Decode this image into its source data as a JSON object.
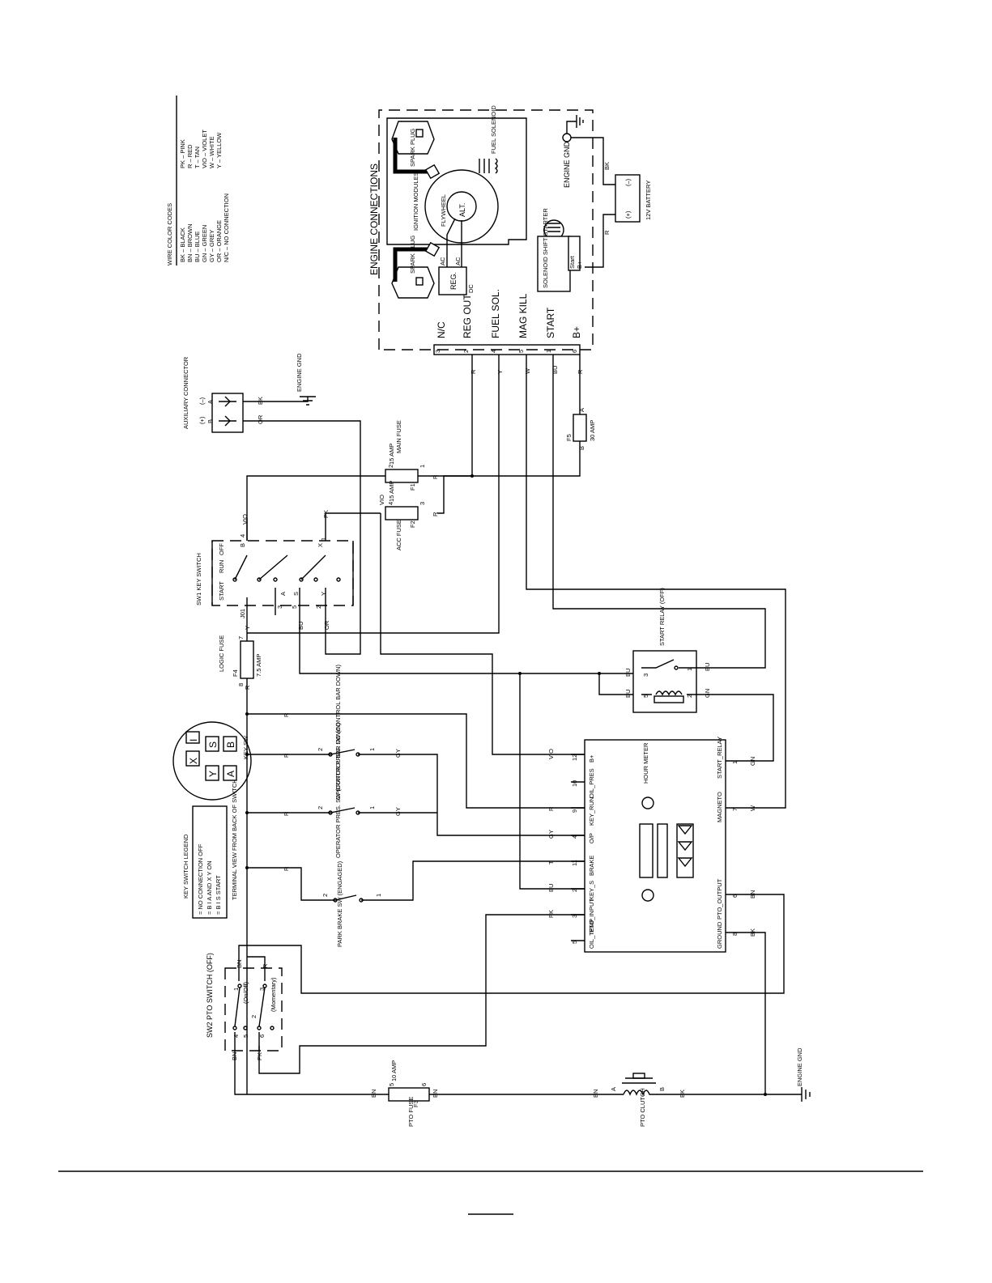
{
  "wire_color_codes": {
    "title": "WIRE COLOR CODES",
    "col1": [
      "BK – BLACK",
      "BN – BROWN",
      "BU – BLUE",
      "GN – GREEN",
      "GY – GREY",
      "OR – ORANGE",
      "N/C – NO CONNECTION"
    ],
    "col2": [
      "PK – PINK",
      "R – RED",
      "T – TAN",
      "VIO – VIOLET",
      "W – WHITE",
      "Y – YELLOW"
    ]
  },
  "engine": {
    "title": "ENGINE CONNECTIONS",
    "spark_plug": "SPARK PLUG",
    "ignition": "IGNITION MODULES",
    "flywheel": "FLYWHEEL",
    "alt": "ALT.",
    "fuel_solenoid": "FUEL SOLENOID",
    "reg": "REG.",
    "ac": "AC",
    "dc": "DC",
    "starter": "SOLENOID SHIFT STARTER",
    "start_term": "Start",
    "bplus_term": "B+",
    "engine_gnd": "ENGINE GND",
    "battery": "12V BATTERY",
    "bat_neg": "(–)",
    "bat_pos": "(+)",
    "terminals": [
      {
        "label": "N/C",
        "num": "3",
        "wire": ""
      },
      {
        "label": "REG OUT",
        "num": "2",
        "wire": "R"
      },
      {
        "label": "FUEL SOL.",
        "num": "4",
        "wire": "Y"
      },
      {
        "label": "MAG KILL",
        "num": "5",
        "wire": "W"
      },
      {
        "label": "START",
        "num": "1",
        "wire": "BU"
      },
      {
        "label": "B+",
        "num": "6",
        "wire": "R"
      }
    ]
  },
  "aux": {
    "label": "AUXILIARY CONNECTOR",
    "pos": "(+)",
    "neg": "(–)",
    "pin_a": "A",
    "pin_b": "B",
    "wire_a": "BK",
    "wire_b": "OR",
    "gnd": "ENGINE GND"
  },
  "fuses": {
    "f5": {
      "id": "F5",
      "rating": "30 AMP",
      "a": "A",
      "b": "B"
    },
    "main": {
      "id": "F1",
      "name": "MAIN FUSE",
      "rating": "15 AMP",
      "p1": "1",
      "p2": "2"
    },
    "acc": {
      "id": "F2",
      "name": "ACC FUSE",
      "rating": "15 AMP",
      "p3": "3",
      "p4": "4"
    },
    "logic": {
      "id": "F4",
      "name": "LOGIC FUSE",
      "rating": "7.5 AMP",
      "p7": "7",
      "p8": "8"
    },
    "pto": {
      "id": "F3",
      "name": "PTO FUSE",
      "rating": "10 AMP",
      "p5": "5",
      "p6": "6"
    }
  },
  "key_switch": {
    "name": "SW1 KEY SWITCH",
    "positions": [
      "START",
      "RUN",
      "OFF"
    ],
    "pins": [
      "B",
      "X",
      "A",
      "S",
      "Y",
      "1",
      "2",
      "3",
      "4",
      "5"
    ],
    "ref": "J01",
    "legend_title": "KEY SWITCH LEGEND",
    "legend": [
      "= NO CONNECTION   OFF",
      "= B I A AND X Y     ON",
      "= B I S                START"
    ],
    "view_note": "TERMINAL VIEW FROM BACK OF SWITCH",
    "face": [
      "X",
      "I",
      "Y",
      "S",
      "A",
      "B"
    ],
    "face_label": "KEY SW"
  },
  "start_relay": {
    "name": "START RELAY (OFF)",
    "pins": [
      "3",
      "1",
      "5",
      "2"
    ]
  },
  "op_sw1": {
    "name": "OPERATOR PRES. SW (CONTROL BAR DOWN)",
    "p1": "2",
    "p2": "1"
  },
  "op_sw2": {
    "name": "OPERATOR PRES. SW (CONTROL BAR DOWN)",
    "p1": "2",
    "p2": "1"
  },
  "park": {
    "name": "PARK BRAKE SW (ENGAGED)",
    "p1": "2",
    "p2": "1"
  },
  "pto_switch": {
    "name": "SW2 PTO SWITCH (OFF)",
    "on_off": "(On/Off)",
    "momentary": "(Momentary)",
    "pins": [
      "1",
      "2",
      "3",
      "4",
      "5",
      "6"
    ]
  },
  "pto_clutch": {
    "name": "PTO CLUTCH",
    "a": "A",
    "b": "B"
  },
  "hour_meter": {
    "name": "HOUR METER",
    "left_pins": [
      {
        "num": "12",
        "label": "B+",
        "wire": "VIO"
      },
      {
        "num": "10",
        "label": "OIL_PRES",
        "wire": ""
      },
      {
        "num": "9",
        "label": "KEY_RUN",
        "wire": "R"
      },
      {
        "num": "4",
        "label": "O/P",
        "wire": "GY"
      },
      {
        "num": "11",
        "label": "BRAKE",
        "wire": "T"
      },
      {
        "num": "2",
        "label": "KEY_S",
        "wire": "BU"
      },
      {
        "num": "3",
        "label": "PTO_INPUT",
        "wire": "PK"
      },
      {
        "num": "5",
        "label": "OIL_TEMP",
        "wire": ""
      }
    ],
    "right_pins": [
      {
        "num": "1",
        "label": "START_RELAY",
        "wire": "GN"
      },
      {
        "num": "7",
        "label": "MAGNETO",
        "wire": "W"
      },
      {
        "num": "6",
        "label": "PTO_OUTPUT",
        "wire": "BN"
      },
      {
        "num": "8",
        "label": "GROUND",
        "wire": "BK"
      }
    ]
  },
  "wires": {
    "r": "R",
    "y": "Y",
    "w": "W",
    "bu": "BU",
    "gn": "GN",
    "gy": "GY",
    "t": "T",
    "pk": "PK",
    "bn": "BN",
    "bk": "BK",
    "vio": "VIO",
    "or": "OR"
  },
  "pto_gnd": "ENGINE GND"
}
